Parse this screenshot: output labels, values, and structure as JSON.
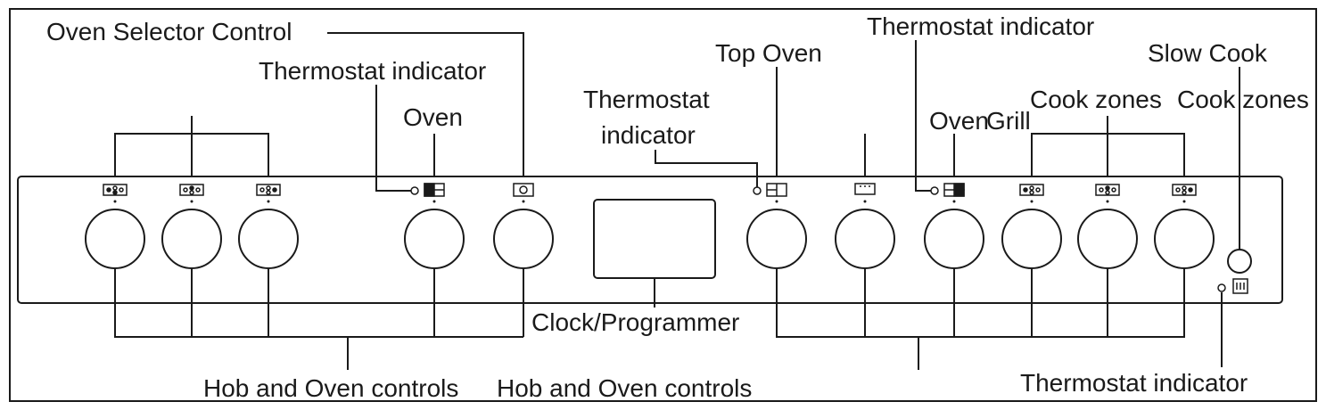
{
  "labels": {
    "oven_selector_control": "Oven Selector Control",
    "thermostat_indicator_left": "Thermostat indicator",
    "oven": "Oven",
    "thermostat_indicator_mid_line1": "Thermostat",
    "thermostat_indicator_mid_line2": "indicator",
    "top_oven": "Top Oven",
    "thermostat_indicator_top_right": "Thermostat indicator",
    "slow_cook": "Slow Cook",
    "cook_zones_1": "Cook zones",
    "cook_zones_2": "Cook zones",
    "oven_right": "Oven",
    "grill": "Grill",
    "clock_programmer": "Clock/Programmer",
    "hob_oven_controls_1": "Hob and Oven controls",
    "hob_oven_controls_2": "Hob and Oven controls",
    "thermostat_indicator_bottom_right": "Thermostat indicator"
  },
  "knobs": [
    {
      "name": "hob-knob-1",
      "icon": "hob-zone-icon"
    },
    {
      "name": "hob-knob-2",
      "icon": "hob-zone-icon"
    },
    {
      "name": "hob-knob-3",
      "icon": "hob-zone-icon"
    },
    {
      "name": "oven-thermostat-knob",
      "icon": "oven-icon"
    },
    {
      "name": "oven-selector-knob",
      "icon": "oven-selector-icon"
    },
    {
      "name": "top-oven-knob",
      "icon": "top-oven-icon"
    },
    {
      "name": "grill-knob",
      "icon": "grill-icon"
    },
    {
      "name": "main-oven-knob",
      "icon": "main-oven-icon"
    },
    {
      "name": "hob-knob-4",
      "icon": "hob-zone-icon"
    },
    {
      "name": "hob-knob-5",
      "icon": "hob-zone-icon"
    },
    {
      "name": "hob-knob-6",
      "icon": "hob-zone-icon"
    }
  ],
  "colors": {
    "line": "#1a1a1a",
    "background": "#ffffff"
  }
}
